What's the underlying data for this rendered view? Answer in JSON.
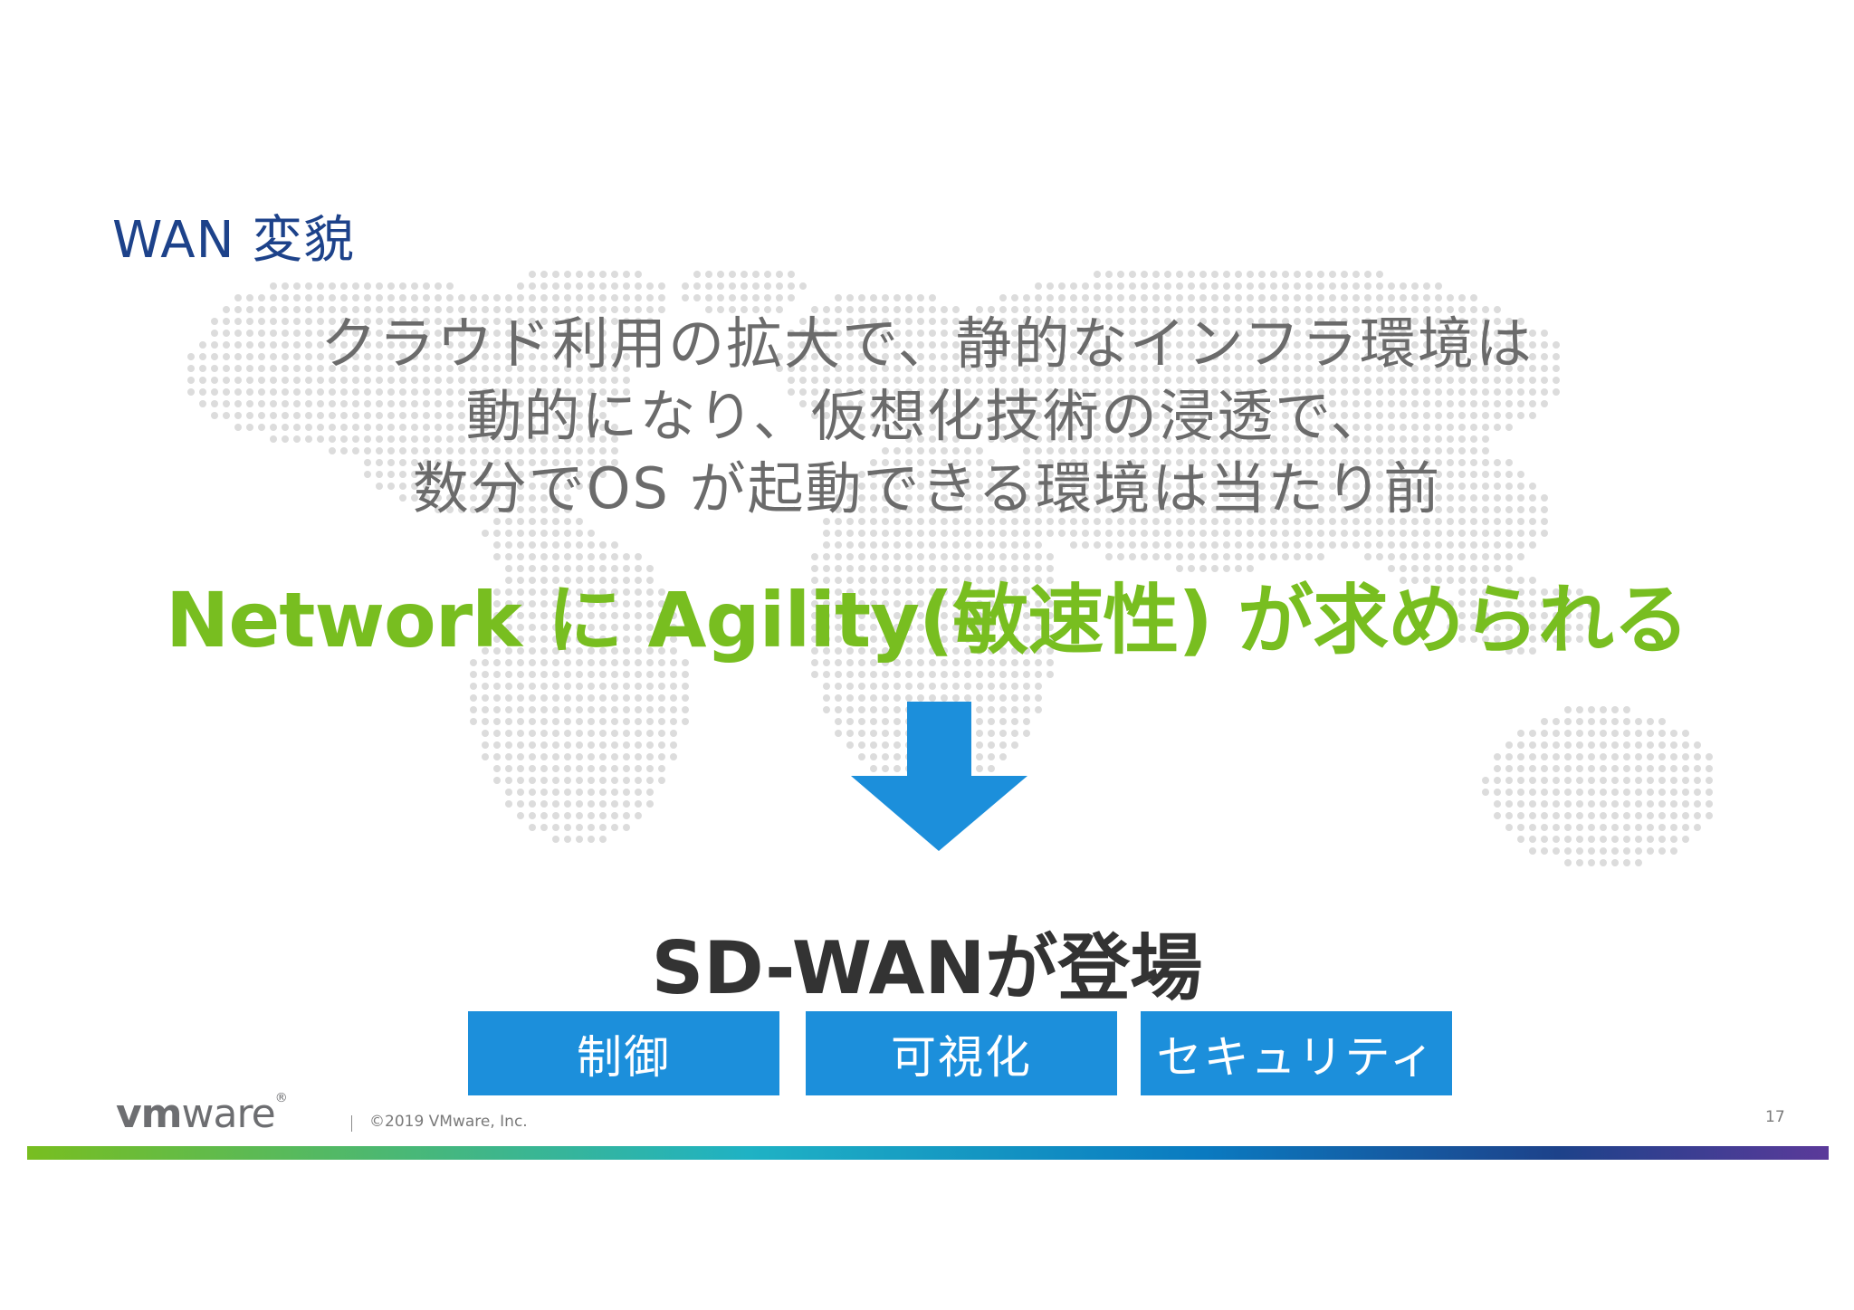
{
  "slide": {
    "title": "WAN 変貌",
    "body_lines": [
      "クラウド利用の拡大で、静的なインフラ環境は",
      "動的になり、仮想化技術の浸透で、",
      "数分でOS が起動できる環境は当たり前"
    ],
    "headline": "Network に Agility(敏速性) が求められる",
    "result": "SD-WANが登場",
    "features": [
      "制御",
      "可視化",
      "セキュリティ"
    ]
  },
  "footer": {
    "logo_vm": "vm",
    "logo_ware": "ware",
    "logo_reg": "®",
    "separator": "|",
    "copyright": "©2019 VMware, Inc.",
    "page_number": "17"
  },
  "colors": {
    "title": "#1d428a",
    "body_text": "#6b6b6b",
    "headline": "#78be20",
    "result": "#333333",
    "feature_box": "#1c8fdb",
    "arrow": "#1c8fdb",
    "map_dots": "#dcdcdc"
  },
  "icons": {
    "arrow": "down-arrow-icon",
    "map": "world-map-dots"
  }
}
